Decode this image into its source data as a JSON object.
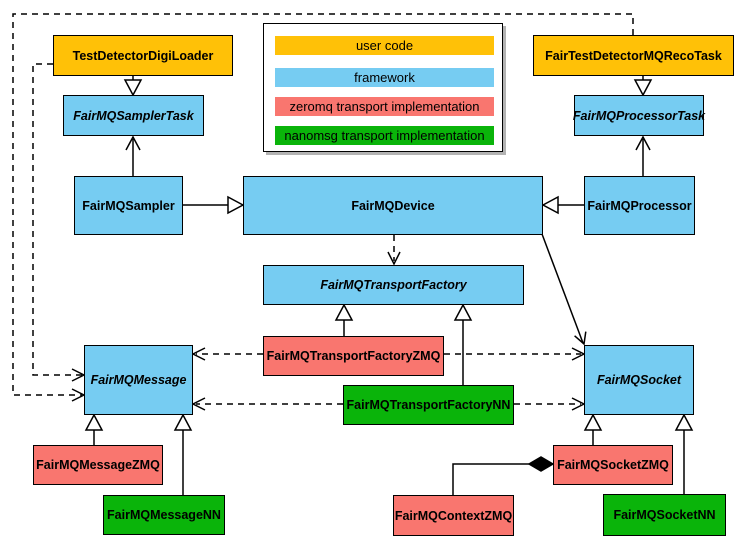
{
  "colors": {
    "user_code": "#FFC107",
    "framework": "#76CCF2",
    "zeromq": "#F9766F",
    "nanomsg": "#0AB40A",
    "line": "#000000",
    "background": "#FFFFFF"
  },
  "legend": {
    "items": [
      {
        "label": "user code",
        "color": "#FFC107"
      },
      {
        "label": "framework",
        "color": "#76CCF2"
      },
      {
        "label": "zeromq transport implementation",
        "color": "#F9766F"
      },
      {
        "label": "nanomsg transport implementation",
        "color": "#0AB40A"
      }
    ]
  },
  "nodes": [
    {
      "id": "test-detector-digi-loader",
      "label": "TestDetectorDigiLoader",
      "category": "user code",
      "abstract": false
    },
    {
      "id": "fair-test-detector-mq-reco-task",
      "label": "FairTestDetectorMQRecoTask",
      "category": "user code",
      "abstract": false
    },
    {
      "id": "fairmq-sampler-task",
      "label": "FairMQSamplerTask",
      "category": "framework",
      "abstract": true
    },
    {
      "id": "fairmq-processor-task",
      "label": "FairMQProcessorTask",
      "category": "framework",
      "abstract": true
    },
    {
      "id": "fairmq-sampler",
      "label": "FairMQSampler",
      "category": "framework",
      "abstract": false
    },
    {
      "id": "fairmq-device",
      "label": "FairMQDevice",
      "category": "framework",
      "abstract": false
    },
    {
      "id": "fairmq-processor",
      "label": "FairMQProcessor",
      "category": "framework",
      "abstract": false
    },
    {
      "id": "fairmq-transport-factory",
      "label": "FairMQTransportFactory",
      "category": "framework",
      "abstract": true
    },
    {
      "id": "fairmq-transport-factory-zmq",
      "label": "FairMQTransportFactoryZMQ",
      "category": "zeromq",
      "abstract": false
    },
    {
      "id": "fairmq-transport-factory-nn",
      "label": "FairMQTransportFactoryNN",
      "category": "nanomsg",
      "abstract": false
    },
    {
      "id": "fairmq-message",
      "label": "FairMQMessage",
      "category": "framework",
      "abstract": true
    },
    {
      "id": "fairmq-socket",
      "label": "FairMQSocket",
      "category": "framework",
      "abstract": true
    },
    {
      "id": "fairmq-message-zmq",
      "label": "FairMQMessageZMQ",
      "category": "zeromq",
      "abstract": false
    },
    {
      "id": "fairmq-message-nn",
      "label": "FairMQMessageNN",
      "category": "nanomsg",
      "abstract": false
    },
    {
      "id": "fairmq-context-zmq",
      "label": "FairMQContextZMQ",
      "category": "zeromq",
      "abstract": false
    },
    {
      "id": "fairmq-socket-zmq",
      "label": "FairMQSocketZMQ",
      "category": "zeromq",
      "abstract": false
    },
    {
      "id": "fairmq-socket-nn",
      "label": "FairMQSocketNN",
      "category": "nanomsg",
      "abstract": false
    }
  ],
  "edges": [
    {
      "from": "TestDetectorDigiLoader",
      "to": "FairMQSamplerTask",
      "type": "inheritance"
    },
    {
      "from": "FairTestDetectorMQRecoTask",
      "to": "FairMQProcessorTask",
      "type": "inheritance"
    },
    {
      "from": "FairMQSampler",
      "to": "FairMQSamplerTask",
      "type": "association"
    },
    {
      "from": "FairMQProcessor",
      "to": "FairMQProcessorTask",
      "type": "association"
    },
    {
      "from": "FairMQSampler",
      "to": "FairMQDevice",
      "type": "inheritance"
    },
    {
      "from": "FairMQProcessor",
      "to": "FairMQDevice",
      "type": "inheritance"
    },
    {
      "from": "FairMQDevice",
      "to": "FairMQTransportFactory",
      "type": "dependency"
    },
    {
      "from": "FairMQDevice",
      "to": "FairMQSocket",
      "type": "association"
    },
    {
      "from": "TestDetectorDigiLoader",
      "to": "FairMQMessage",
      "type": "dependency"
    },
    {
      "from": "FairTestDetectorMQRecoTask",
      "to": "FairMQMessage",
      "type": "dependency"
    },
    {
      "from": "FairMQTransportFactoryZMQ",
      "to": "FairMQTransportFactory",
      "type": "inheritance"
    },
    {
      "from": "FairMQTransportFactoryNN",
      "to": "FairMQTransportFactory",
      "type": "inheritance"
    },
    {
      "from": "FairMQTransportFactoryZMQ",
      "to": "FairMQMessage",
      "type": "dependency"
    },
    {
      "from": "FairMQTransportFactoryZMQ",
      "to": "FairMQSocket",
      "type": "dependency"
    },
    {
      "from": "FairMQTransportFactoryNN",
      "to": "FairMQMessage",
      "type": "dependency"
    },
    {
      "from": "FairMQTransportFactoryNN",
      "to": "FairMQSocket",
      "type": "dependency"
    },
    {
      "from": "FairMQMessageZMQ",
      "to": "FairMQMessage",
      "type": "inheritance"
    },
    {
      "from": "FairMQMessageNN",
      "to": "FairMQMessage",
      "type": "inheritance"
    },
    {
      "from": "FairMQSocketZMQ",
      "to": "FairMQSocket",
      "type": "inheritance"
    },
    {
      "from": "FairMQSocketNN",
      "to": "FairMQSocket",
      "type": "inheritance"
    },
    {
      "from": "FairMQSocketZMQ",
      "to": "FairMQContextZMQ",
      "type": "composition"
    }
  ]
}
